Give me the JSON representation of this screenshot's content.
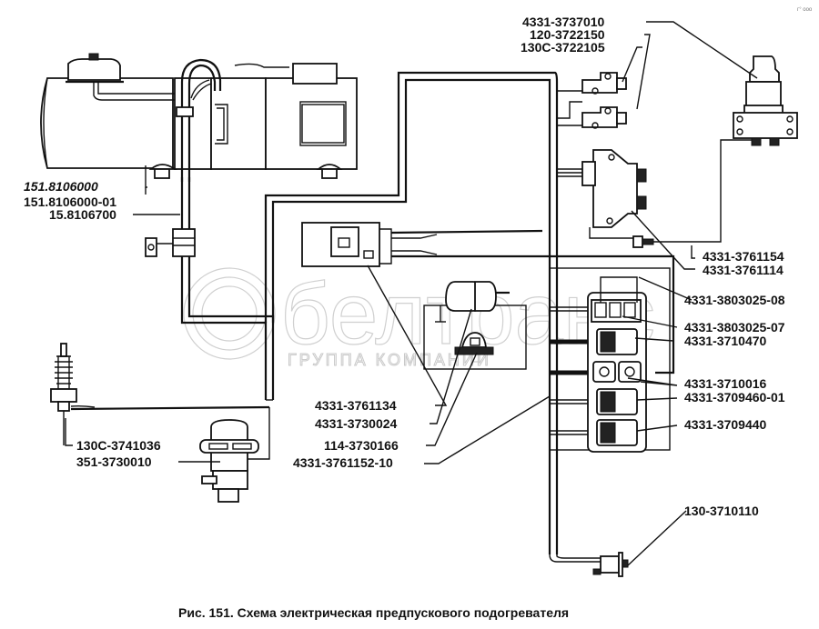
{
  "caption": "Рис. 151. Схема электрическая предпускового подогревателя",
  "watermark": {
    "logo_text": "белтранс",
    "subtitle": "ГРУППА КОМПАНИЙ"
  },
  "corner_mark": "г° ооо",
  "labels": {
    "heater_a": "151.8106000",
    "heater_b": "151.8106000-01",
    "harness": "15.8106700",
    "spark_plug": "130C-3741036",
    "ignition_coil": "351-3730010",
    "relay_top": "4331-3737010",
    "switch_a": "120-3722150",
    "switch_b": "130C-3722105",
    "unit_a": "4331-3761154",
    "unit_b": "4331-3761114",
    "panel_fuse": "4331-3803025-08",
    "panel_fuse_b": "4331-3803025-07",
    "panel_switch_1": "4331-3710470",
    "panel_buttons": "4331-3710016",
    "panel_switch_2": "4331-3709460-01",
    "panel_switch_3": "4331-3709440",
    "relay_block": "4331-3761134",
    "motor": "4331-3730024",
    "solenoid": "114-3730166",
    "harness_main": "4331-3761152-10",
    "sensor": "130-3710110"
  }
}
